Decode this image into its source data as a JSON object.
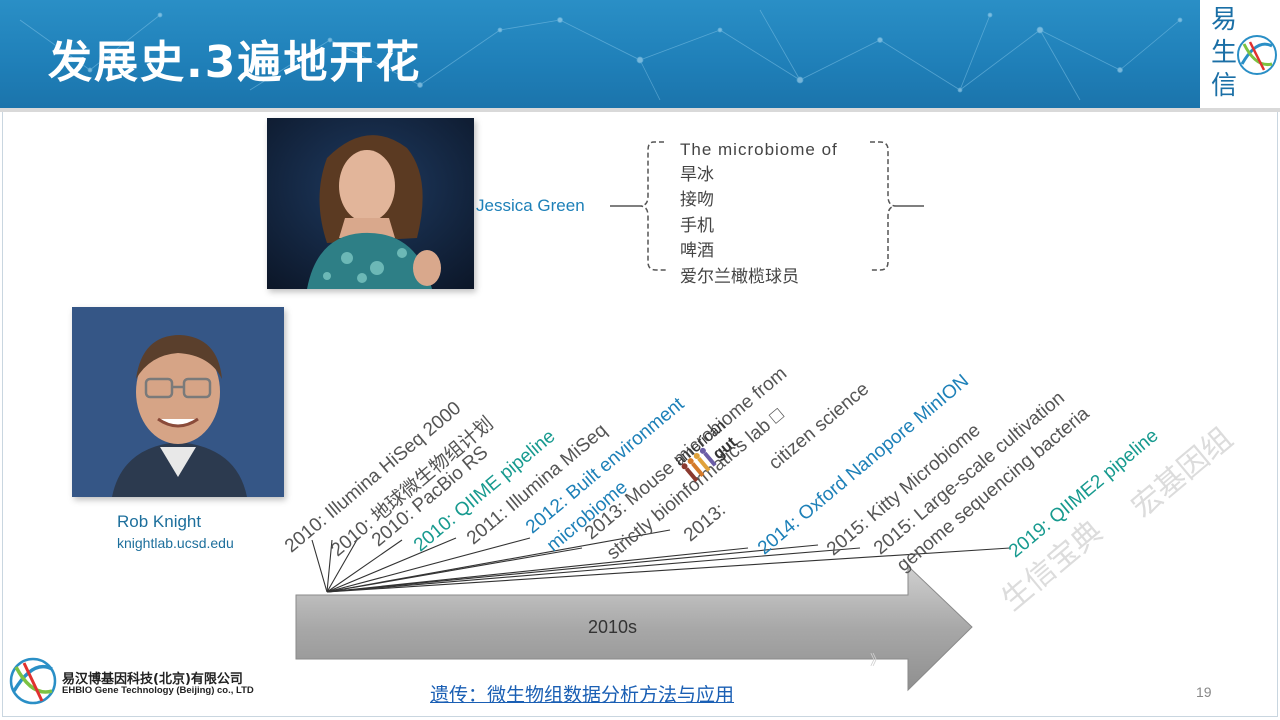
{
  "header": {
    "title": "发展史.3遍地开花",
    "brand": "易生信",
    "accent": "#1f7fb8"
  },
  "people": {
    "jessica": {
      "name": "Jessica Green"
    },
    "rob": {
      "name": "Rob Knight",
      "site": "knightlab.ucsd.edu"
    }
  },
  "microbiome_list": {
    "heading": "The microbiome of",
    "items": [
      "旱冰",
      "接吻",
      "手机",
      "啤酒",
      "爱尔兰橄榄球员"
    ]
  },
  "timeline": {
    "arrow_label": "2010s",
    "events": [
      {
        "text": "2010: Illumina  HiSeq 2000",
        "color": "gray"
      },
      {
        "text": "2010: 地球微生物组计划",
        "color": "gray"
      },
      {
        "text": "2010: PacBio RS",
        "color": "gray"
      },
      {
        "text": "2010: QIIME pipeline",
        "color": "teal"
      },
      {
        "text": "2011: Illumina  MiSeq",
        "color": "gray"
      },
      {
        "text": "2012: Built environment",
        "text2": "microbiome",
        "color": "blue"
      },
      {
        "text": "2013: Mouse microbiome from",
        "text2": "strictly bioinformatics lab □",
        "color": "gray"
      },
      {
        "text": "2013:",
        "text2": "citizen science",
        "color": "gray"
      },
      {
        "text": "2014: Oxford Nanopore MinION",
        "color": "blue"
      },
      {
        "text": "2015: Kitty Microbiome",
        "color": "gray"
      },
      {
        "text": "2015: Large-scale cultivation",
        "text2": "genome sequencing bacteria",
        "color": "gray"
      },
      {
        "text": "2019: QIIME2 pipeline",
        "color": "teal"
      }
    ],
    "american_gut_logo": {
      "line1": "american",
      "line2": "gut"
    }
  },
  "watermarks": [
    "宏基因组",
    "生信宝典",
    "》"
  ],
  "footer": {
    "company_cn": "易汉博基因科技(北京)有限公司",
    "company_en": "EHBIO Gene Technology (Beijing) co., LTD",
    "link": "遗传：微生物组数据分析方法与应用",
    "page": "19"
  }
}
